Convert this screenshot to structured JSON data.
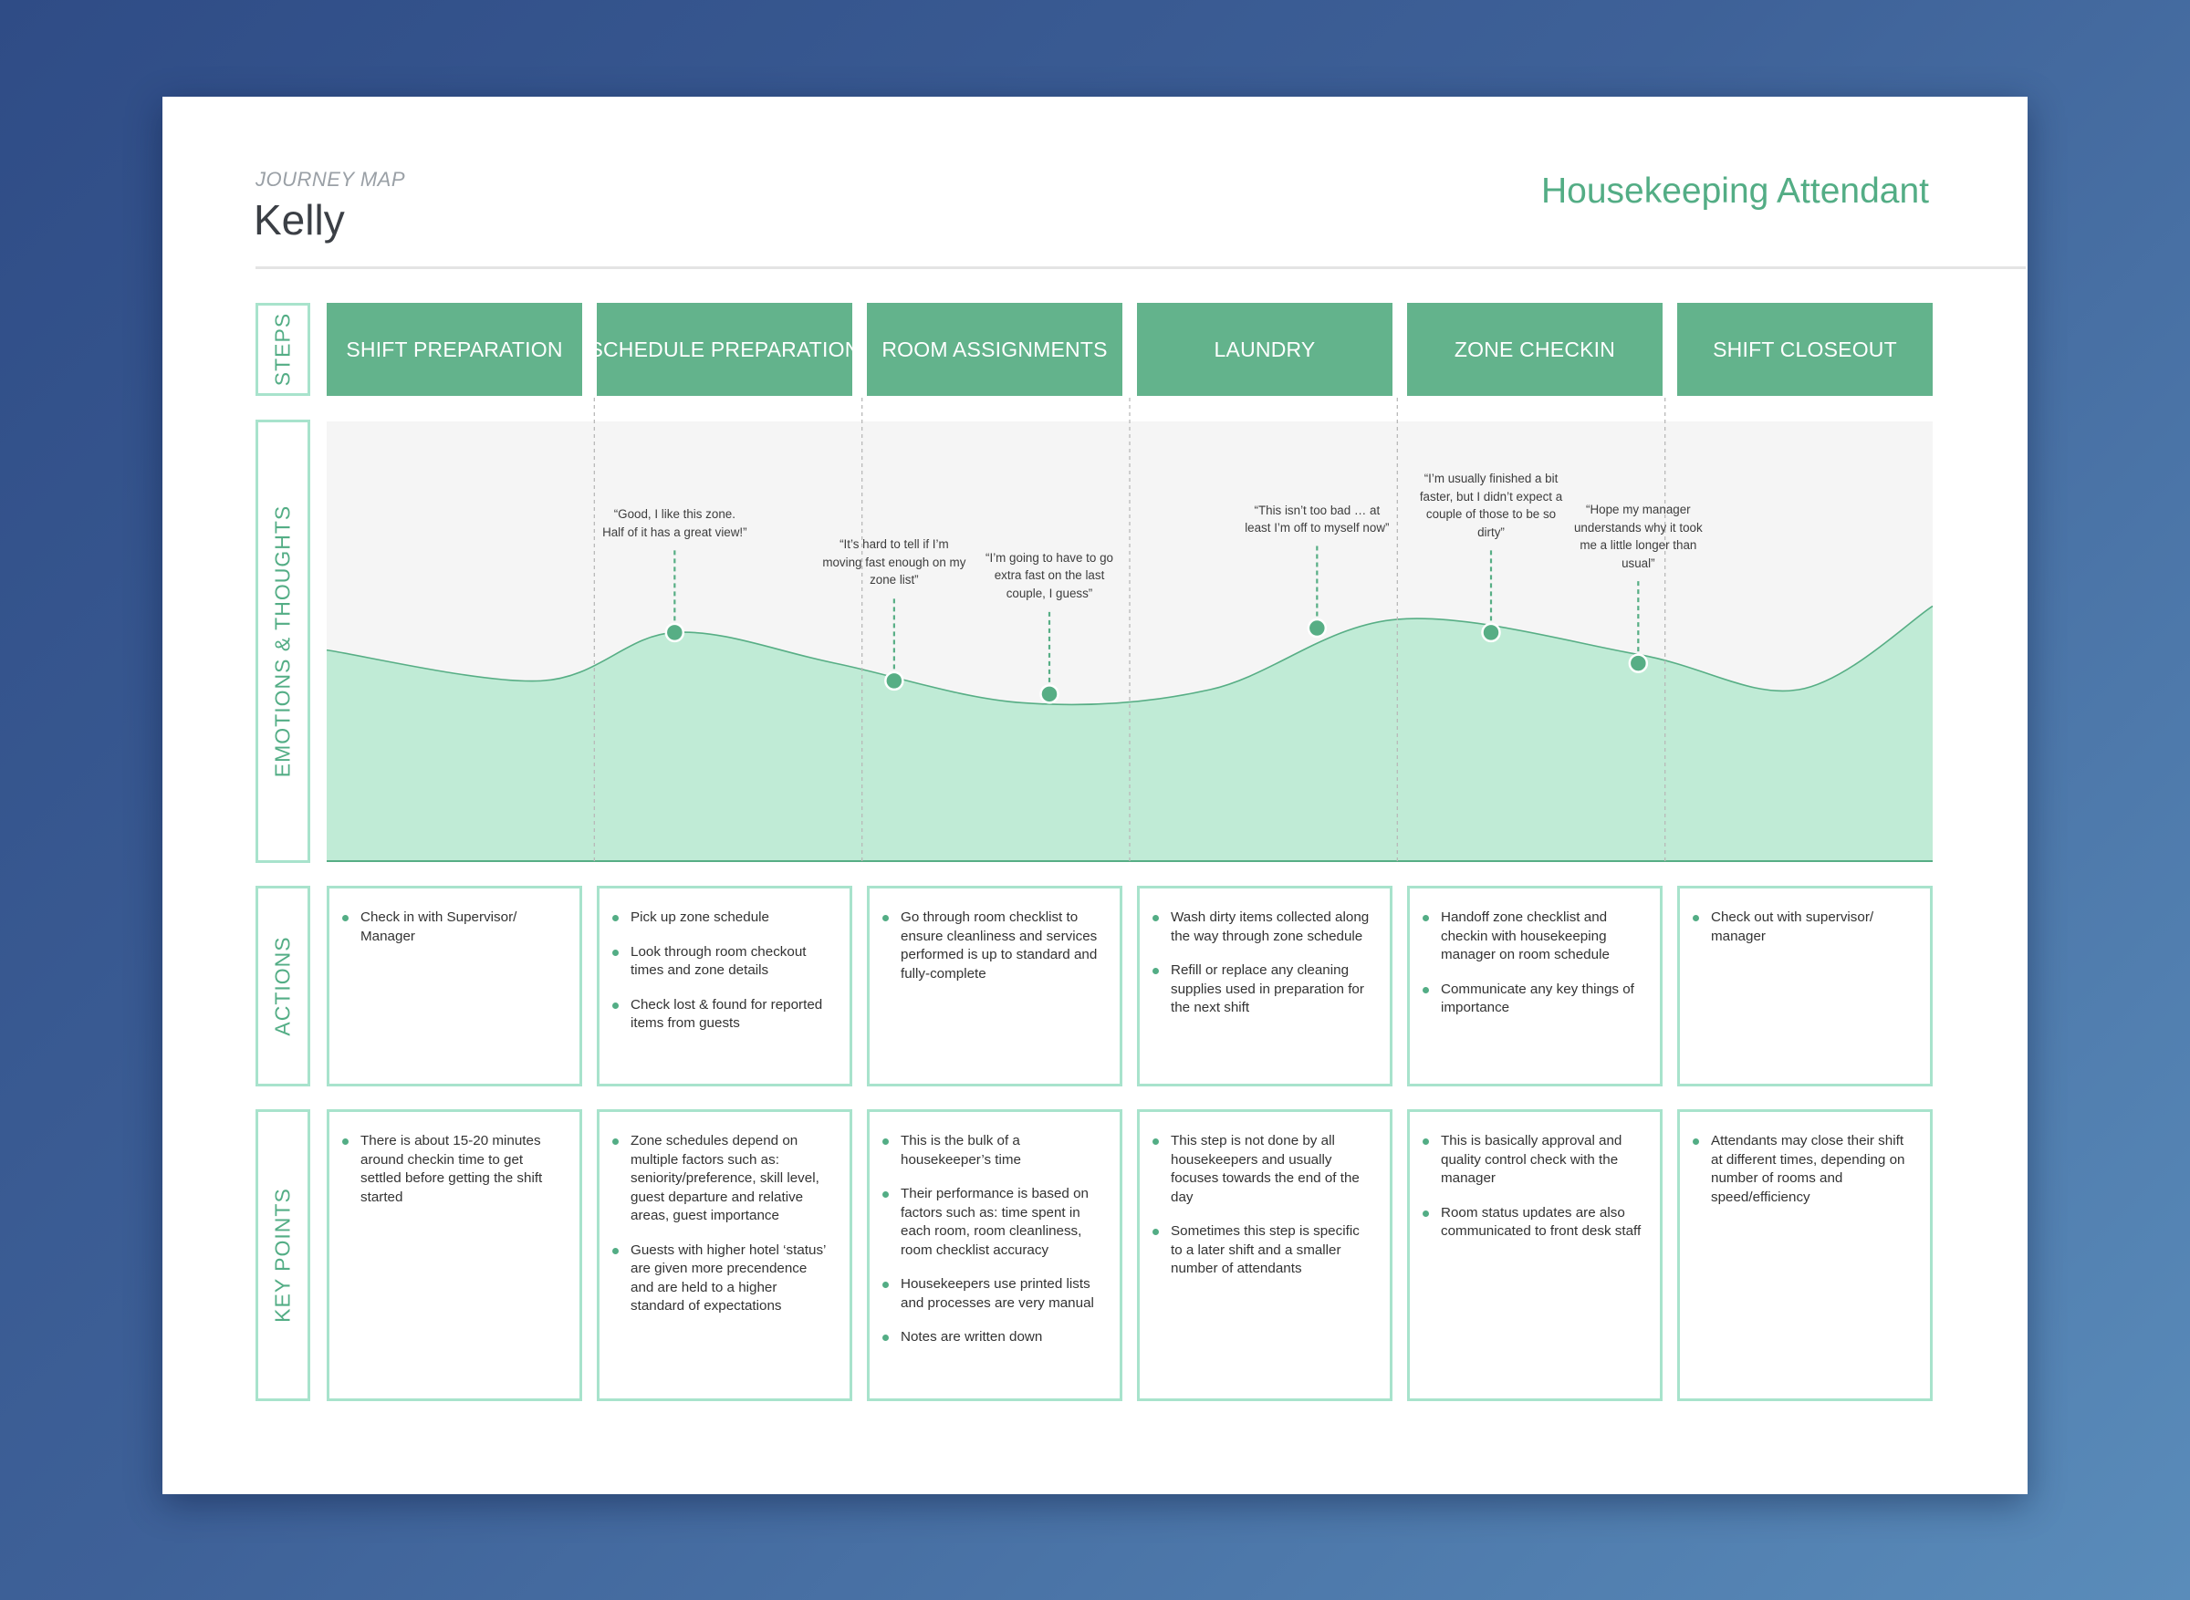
{
  "header": {
    "kicker": "JOURNEY MAP",
    "persona": "Kelly",
    "role": "Housekeeping Attendant"
  },
  "row_labels": {
    "steps": "STEPS",
    "emotions": "EMOTIONS & THOUGHTS",
    "actions": "ACTIONS",
    "key_points": "KEY POINTS"
  },
  "steps": [
    "SHIFT PREPARATION",
    "SCHEDULE PREPARATION",
    "ROOM ASSIGNMENTS",
    "LAUNDRY",
    "ZONE CHECKIN",
    "SHIFT CLOSEOUT"
  ],
  "emotion_curve": [
    {
      "step": 0.0,
      "level": 0.48
    },
    {
      "step": 0.8,
      "level": 0.41
    },
    {
      "step": 1.3,
      "level": 0.52
    },
    {
      "step": 1.9,
      "level": 0.45
    },
    {
      "step": 2.6,
      "level": 0.36
    },
    {
      "step": 3.3,
      "level": 0.39
    },
    {
      "step": 4.0,
      "level": 0.55
    },
    {
      "step": 4.9,
      "level": 0.47
    },
    {
      "step": 5.5,
      "level": 0.39
    },
    {
      "step": 6.0,
      "level": 0.58
    }
  ],
  "thoughts": [
    {
      "text": "“Good, I like this zone. Half of it has a great view!”",
      "step": 1.3,
      "level": 0.52
    },
    {
      "text": "“It’s hard to tell if I’m moving fast enough on my zone list”",
      "step": 2.12,
      "level": 0.41
    },
    {
      "text": "“I’m going to have to go extra fast on the last couple, I guess”",
      "step": 2.7,
      "level": 0.38
    },
    {
      "text": "“This isn’t too bad … at least I’m off to myself now”",
      "step": 3.7,
      "level": 0.53
    },
    {
      "text": "“I’m usually finished a bit faster, but I didn’t expect a couple of those to be so dirty”",
      "step": 4.35,
      "level": 0.52
    },
    {
      "text": "“Hope my manager understands why it took me a little longer than usual”",
      "step": 4.9,
      "level": 0.45
    }
  ],
  "colors": {
    "step_fill": "#63b38c",
    "area_fill": "#c0ebd6",
    "area_line": "#57ae85",
    "marker": "#57ae85",
    "panel_bg": "#f5f5f5",
    "border": "#a8e3cc"
  },
  "actions": [
    [
      "Check in with Supervisor/ Manager"
    ],
    [
      "Pick up zone schedule",
      "Look through room checkout times and zone details",
      "Check lost & found for reported items from guests"
    ],
    [
      "Go through room checklist to ensure cleanliness and services performed is up to standard and fully-complete"
    ],
    [
      "Wash dirty items collected along the way through zone schedule",
      "Refill or replace any cleaning supplies used in preparation for the next shift"
    ],
    [
      "Handoff zone checklist and checkin with housekeeping manager on room schedule",
      "Communicate any key things of importance"
    ],
    [
      "Check out with supervisor/ manager"
    ]
  ],
  "key_points": [
    [
      "There is about 15-20 minutes around checkin time to get settled before getting the shift started"
    ],
    [
      "Zone schedules depend on multiple factors such as: seniority/preference, skill level, guest departure and relative areas, guest importance",
      "Guests with higher hotel ‘status’ are given more precendence and are held to a higher standard of expectations"
    ],
    [
      "This is the bulk of a housekeeper’s time",
      "Their performance is based on factors such as: time spent in each room, room cleanliness, room checklist accuracy",
      "Housekeepers use printed lists and processes are very manual",
      "Notes are written down"
    ],
    [
      "This step is not done by all housekeepers and usually focuses towards the end of the day",
      "Sometimes this step is specific to a later shift and a smaller number of attendants"
    ],
    [
      "This is basically approval and quality control check with the manager",
      "Room status updates are also communicated to front desk staff"
    ],
    [
      "Attendants may close their shift at different times, depending on number of rooms and speed/efficiency"
    ]
  ]
}
